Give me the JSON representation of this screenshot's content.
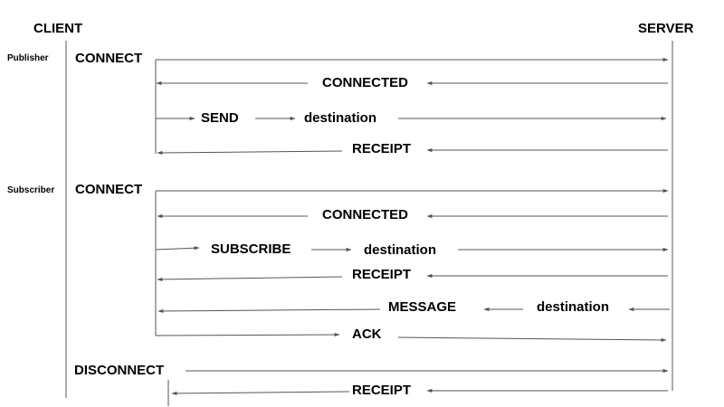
{
  "headers": {
    "client": "CLIENT",
    "server": "SERVER"
  },
  "publisher": {
    "role": "Publisher",
    "connect": "CONNECT",
    "connected": "CONNECTED",
    "send": "SEND",
    "send_destination": "destination",
    "receipt": "RECEIPT"
  },
  "subscriber": {
    "role": "Subscriber",
    "connect": "CONNECT",
    "connected": "CONNECTED",
    "subscribe": "SUBSCRIBE",
    "subscribe_destination": "destination",
    "receipt": "RECEIPT",
    "message": "MESSAGE",
    "message_destination": "destination",
    "ack": "ACK"
  },
  "disconnect": {
    "disconnect": "DISCONNECT",
    "receipt": "RECEIPT"
  },
  "colors": {
    "line": "#555555",
    "text": "#000000"
  }
}
